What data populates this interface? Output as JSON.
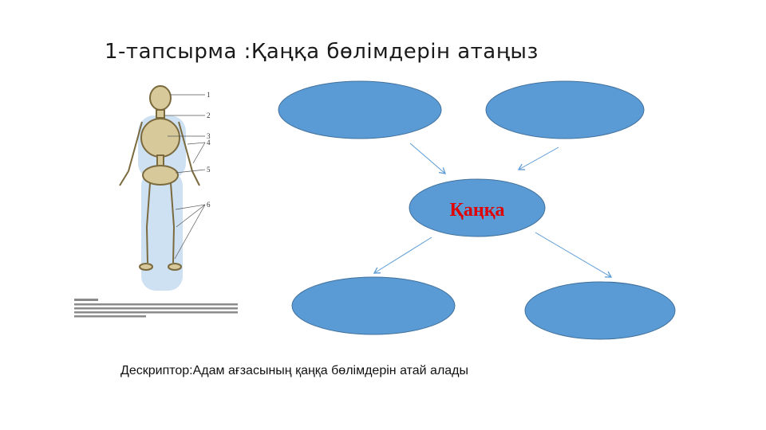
{
  "slide": {
    "title": "1-тапсырма :Қаңқа бөлімдерін атаңыз",
    "descriptor": "Дескриптор:Адам ағзасының қаңқа бөлімдерін атай алады"
  },
  "diagram": {
    "center_label": "Қаңқа",
    "center_label_color": "#e00000",
    "ellipse_fill": "#5b9bd5",
    "ellipse_stroke": "#41719c",
    "arrow_color": "#5b9bd5",
    "blank_nodes": [
      "",
      "",
      "",
      ""
    ]
  },
  "figure": {
    "labels": [
      "1",
      "2",
      "3",
      "4",
      "5",
      "6"
    ],
    "caption_legible": false
  }
}
